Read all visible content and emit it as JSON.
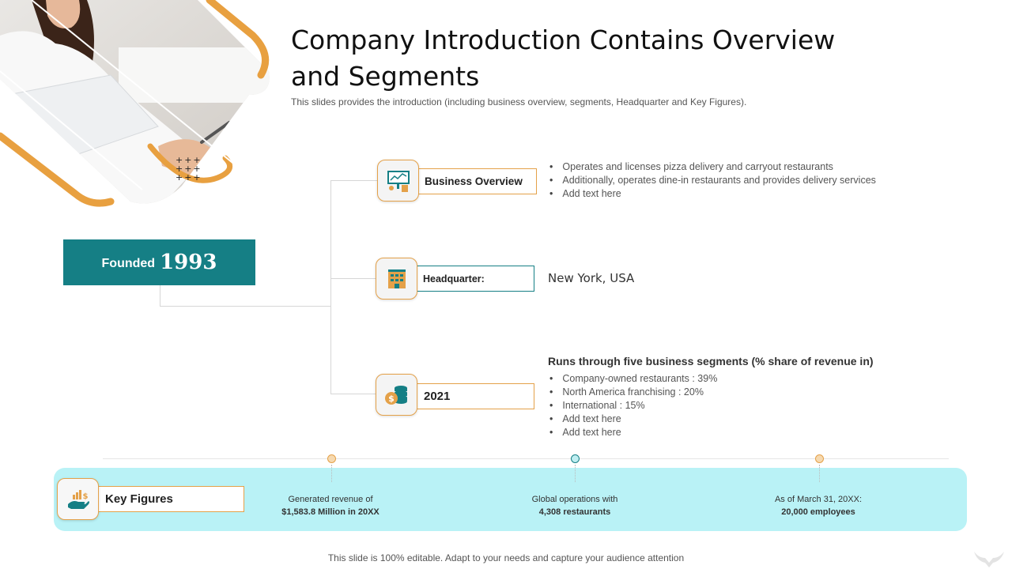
{
  "slide": {
    "title": "Company Introduction Contains Overview and Segments",
    "subtitle": "This slides provides the introduction (including business overview, segments, Headquarter and Key Figures).",
    "footer": "This slide is 100% editable. Adapt to your needs and capture your audience attention"
  },
  "founded": {
    "label": "Founded",
    "year": "1993"
  },
  "business_overview": {
    "label": "Business Overview",
    "bullets": [
      "Operates and licenses pizza delivery and carryout restaurants",
      "Additionally, operates dine-in restaurants and provides delivery services",
      "Add text here"
    ]
  },
  "headquarter": {
    "label": "Headquarter:",
    "value": "New York, USA"
  },
  "segments": {
    "label": "2021",
    "heading": "Runs through five business segments (% share of revenue in)",
    "bullets": [
      "Company-owned restaurants : 39%",
      "North America franchising : 20%",
      "International : 15%",
      "Add text here",
      "Add text here"
    ]
  },
  "key_figures": {
    "label": "Key Figures",
    "items": [
      {
        "line1": "Generated revenue of",
        "line2": "$1,583.8 Million  in 20XX"
      },
      {
        "line1": "Global operations with",
        "line2": "4,308 restaurants"
      },
      {
        "line1": "As of March 31, 20XX:",
        "line2": "20,000 employees"
      }
    ]
  },
  "colors": {
    "teal": "#157f85",
    "orange": "#e4a149",
    "band": "#b9f2f6"
  },
  "icons": [
    "presentation-board-icon",
    "building-icon",
    "coin-stack-icon",
    "hand-money-icon"
  ]
}
